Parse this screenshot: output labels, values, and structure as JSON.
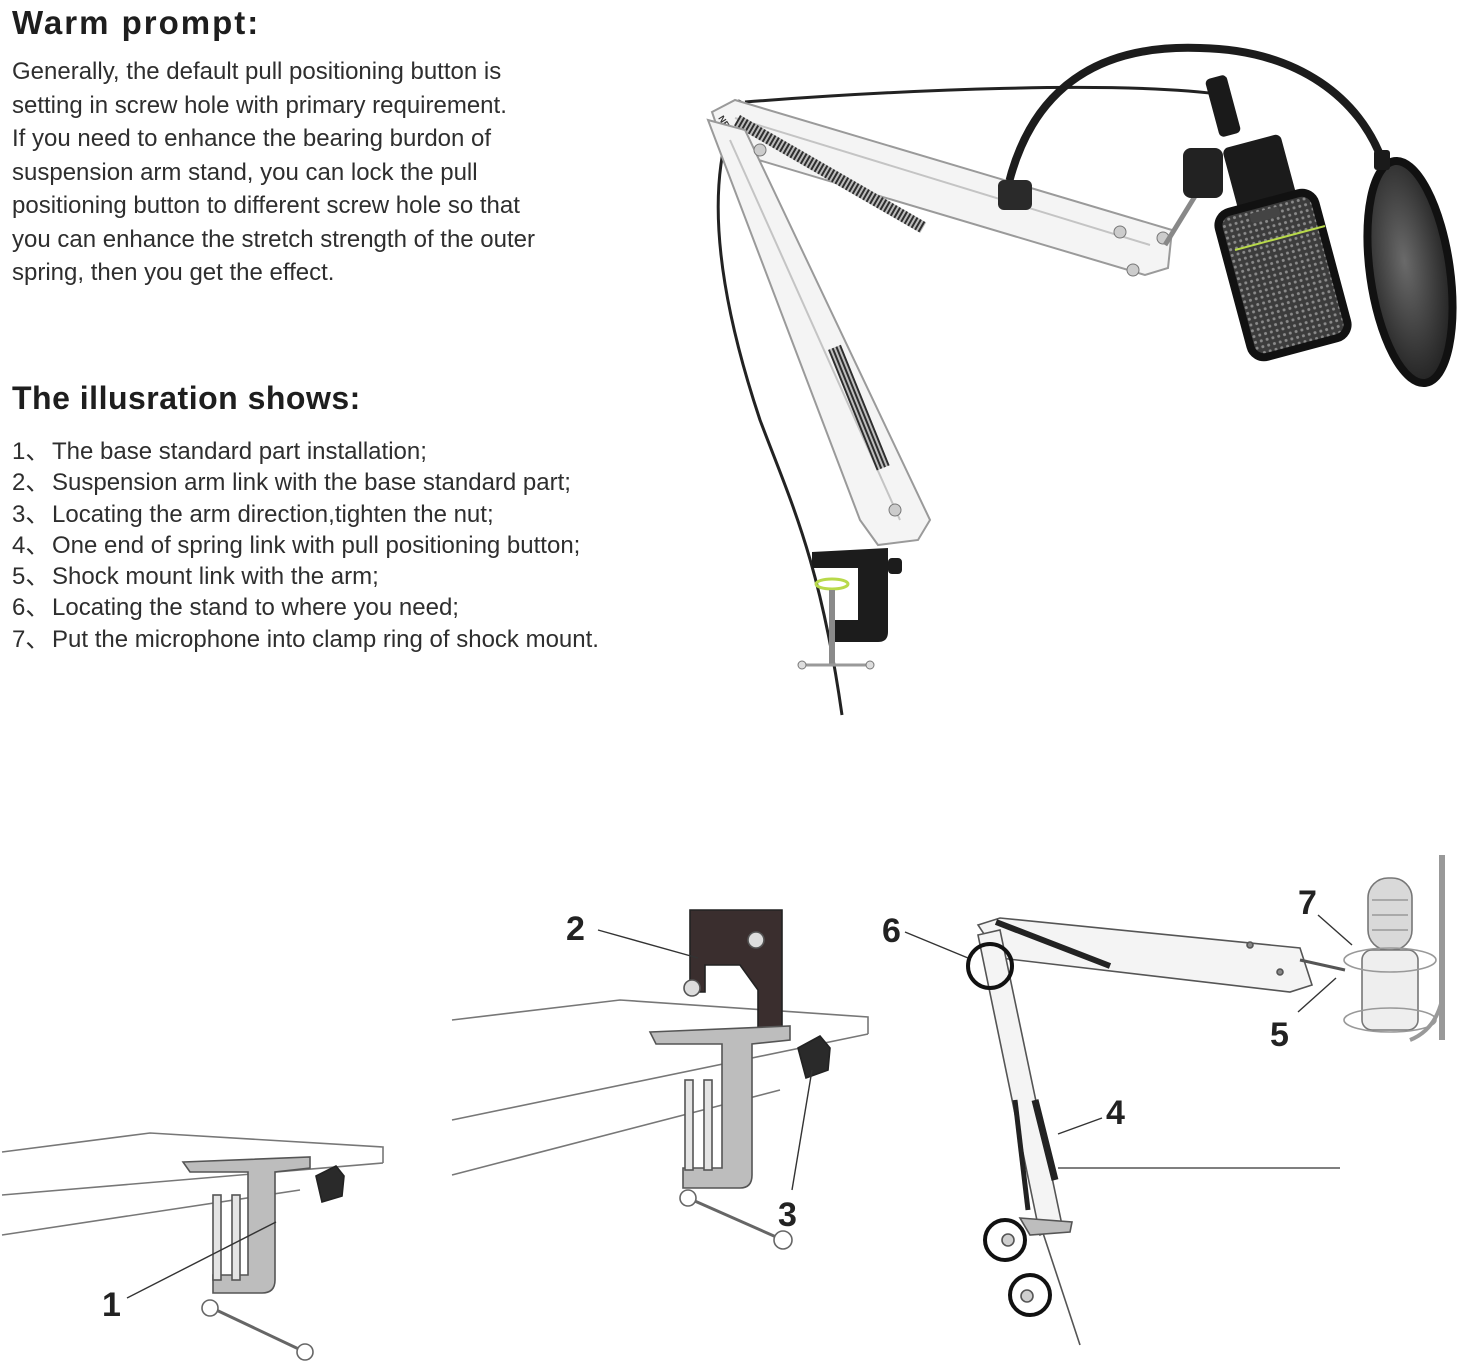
{
  "warm_prompt": {
    "title": "Warm prompt:",
    "lines": [
      "Generally, the default pull positioning  button is",
      "setting in screw hole with primary requirement.",
      "If you need to enhance the bearing burdon of",
      "suspension arm stand, you can lock the pull",
      "positioning button to different screw hole so that",
      "you can enhance the stretch strength of the outer",
      "spring, then you get the effect."
    ]
  },
  "illustration": {
    "title": "The illusration shows:",
    "steps": [
      {
        "num": "1、",
        "text": "The base standard part installation;"
      },
      {
        "num": "2、",
        "text": "Suspension arm link with the base standard part;"
      },
      {
        "num": "3、",
        "text": "Locating the arm direction,tighten the nut;"
      },
      {
        "num": "4、",
        "text": "One end of spring link with pull positioning button;"
      },
      {
        "num": "5、",
        "text": "Shock mount link with the arm;"
      },
      {
        "num": "6、",
        "text": "Locating the stand to where you need;"
      },
      {
        "num": "7、",
        "text": "Put the microphone into clamp ring of shock mount."
      }
    ]
  },
  "product_photo": {
    "brand_mark": "NEEWER",
    "colors": {
      "arm": "#f4f4f4",
      "spring": "#3a3a3a",
      "mic_body": "#1b1b1b",
      "pop_filter": "#262626",
      "accent_ring": "#b8d94a"
    }
  },
  "callouts": [
    "1",
    "2",
    "3",
    "4",
    "5",
    "6",
    "7"
  ]
}
